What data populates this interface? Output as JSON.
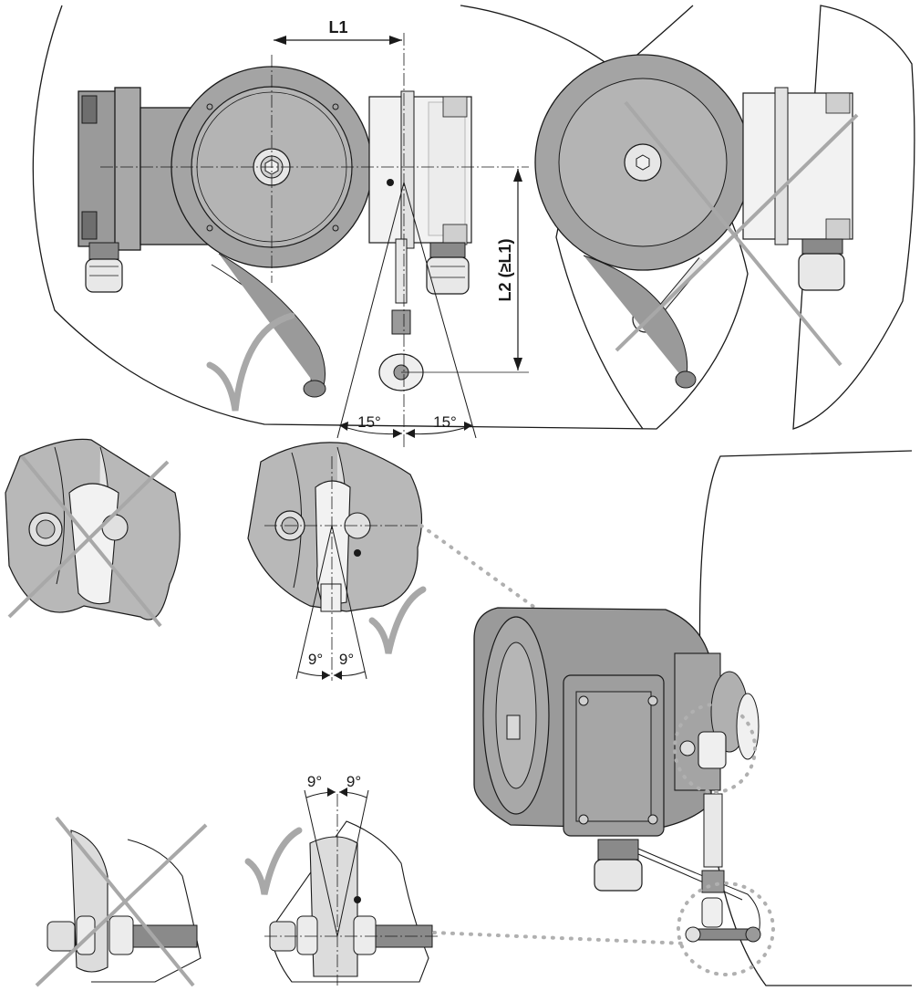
{
  "labels": {
    "l1": "L1",
    "l2": "L2 (≥L1)",
    "angle_15_left": "15°",
    "angle_15_right": "15°",
    "angle_9_left_mid": "9°",
    "angle_9_right_mid": "9°",
    "angle_9_left_bottom": "9°",
    "angle_9_right_bottom": "9°"
  },
  "marks": {
    "correct": "check-mark-icon",
    "incorrect": "cross-mark-icon"
  },
  "colors": {
    "housing": "#9a9a9a",
    "housing_dark": "#6e6e6e",
    "housing_light": "#c8c8c8",
    "cover_white": "#f4f4f4",
    "line": "#1a1a1a",
    "mark_gray": "#a8a8a8",
    "dotted": "#b0b0b0"
  }
}
